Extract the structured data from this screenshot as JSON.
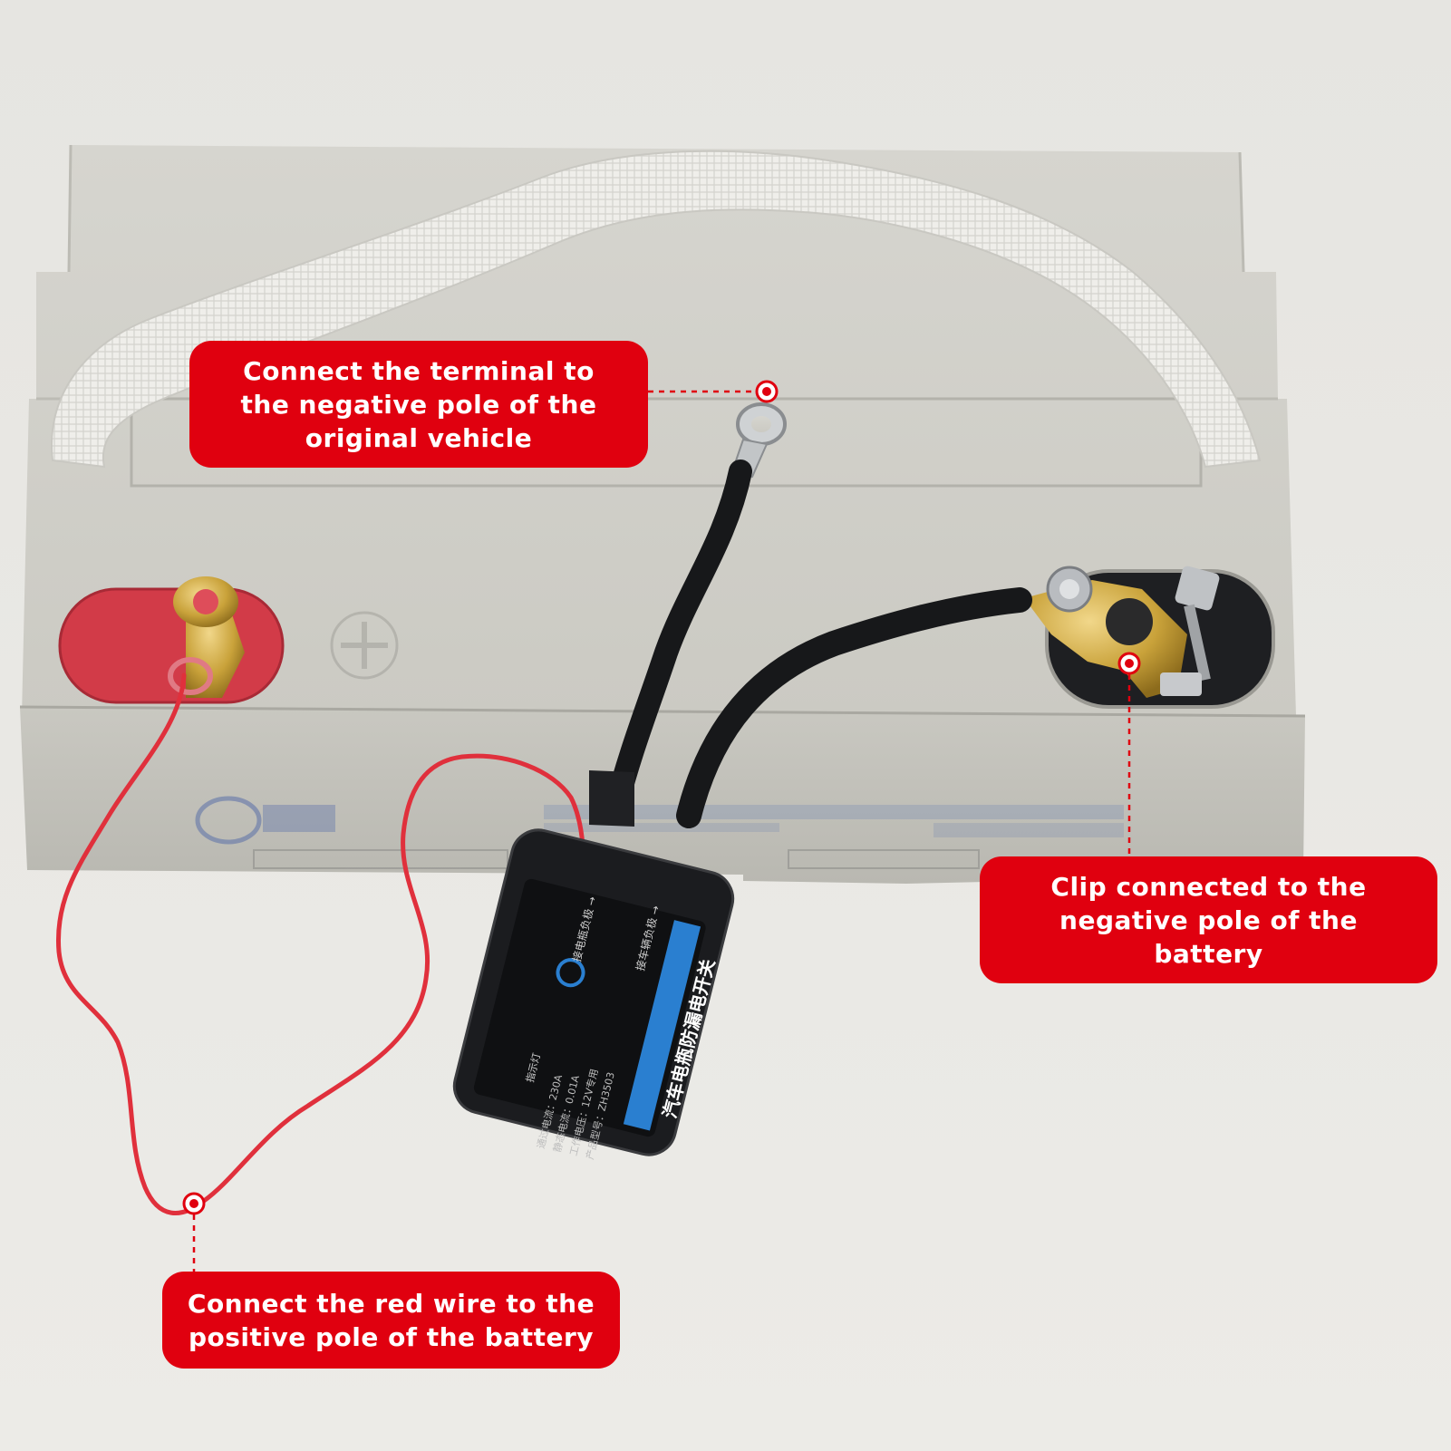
{
  "scene": {
    "subject": "12V lead-acid battery with an anti-leakage cut-off switch module attached",
    "colors": {
      "background": "#e9e8e4",
      "battery_case": "#cfcec8",
      "callout": "#e0000f",
      "callout_text": "#ffffff",
      "module": "#1b1c1f",
      "module_label": "#2a7fd0",
      "red_wire": "#e0303c",
      "brass": "#c9a23a"
    }
  },
  "callouts": {
    "terminal": {
      "lines": [
        "Connect the terminal to",
        "the negative pole of the",
        "original vehicle"
      ]
    },
    "clip": {
      "lines": [
        "Clip connected to the",
        "negative pole of the",
        "battery"
      ]
    },
    "red_wire": {
      "lines": [
        "Connect the red wire to the",
        "positive pole of the battery"
      ]
    }
  },
  "module": {
    "label_cn": "汽车电瓶防漏电开关",
    "arrow_1": "接电瓶负极 →",
    "arrow_2": "接车辆负极 →",
    "indicator": "指示灯",
    "spec_1": "通过电流：230A",
    "spec_2": "静态电流：0.01A",
    "spec_3": "工作电压：12V专用",
    "spec_4": "产品型号：ZH3503"
  }
}
